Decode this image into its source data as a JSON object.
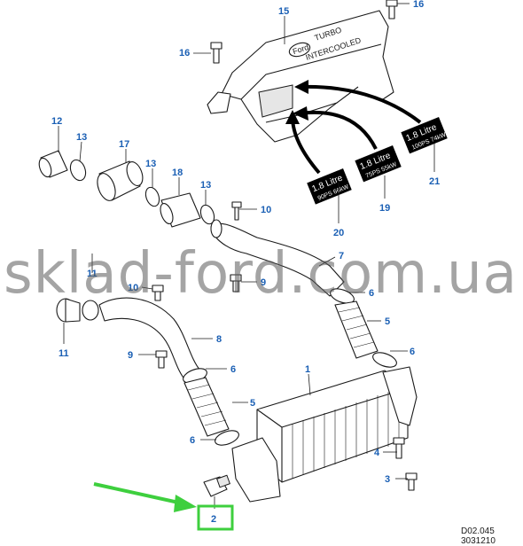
{
  "callouts": [
    {
      "id": "c15",
      "label": "15"
    },
    {
      "id": "c16a",
      "label": "16"
    },
    {
      "id": "c16b",
      "label": "16"
    },
    {
      "id": "c12",
      "label": "12"
    },
    {
      "id": "c13a",
      "label": "13"
    },
    {
      "id": "c17",
      "label": "17"
    },
    {
      "id": "c13b",
      "label": "13"
    },
    {
      "id": "c18",
      "label": "18"
    },
    {
      "id": "c13c",
      "label": "13"
    },
    {
      "id": "c10a",
      "label": "10"
    },
    {
      "id": "c20",
      "label": "20"
    },
    {
      "id": "c19",
      "label": "19"
    },
    {
      "id": "c21",
      "label": "21"
    },
    {
      "id": "c7",
      "label": "7"
    },
    {
      "id": "c9a",
      "label": "9"
    },
    {
      "id": "c6a",
      "label": "6"
    },
    {
      "id": "c11a",
      "label": "11"
    },
    {
      "id": "c10b",
      "label": "10"
    },
    {
      "id": "c5a",
      "label": "5"
    },
    {
      "id": "c8",
      "label": "8"
    },
    {
      "id": "c11b",
      "label": "11"
    },
    {
      "id": "c9b",
      "label": "9"
    },
    {
      "id": "c6b",
      "label": "6"
    },
    {
      "id": "c6c",
      "label": "6"
    },
    {
      "id": "c1",
      "label": "1"
    },
    {
      "id": "c5b",
      "label": "5"
    },
    {
      "id": "c6d",
      "label": "6"
    },
    {
      "id": "c4",
      "label": "4"
    },
    {
      "id": "c3",
      "label": "3"
    },
    {
      "id": "c2",
      "label": "2"
    }
  ],
  "badges": {
    "b20": {
      "title": "1.8 Litre",
      "sub": "90PS 66kW"
    },
    "b19": {
      "title": "1.8 Litre",
      "sub": "75PS 55kW"
    },
    "b21": {
      "title": "1.8 Litre",
      "sub": "100PS 74kW"
    }
  },
  "cover": {
    "brand": "Ford",
    "line1": "TURBO",
    "line2": "INTERCOOLED"
  },
  "watermark": "sklad-ford.com.ua",
  "reference": {
    "line1": "D02.045",
    "line2": "3031210"
  },
  "highlight": {
    "color": "#3ecf3e",
    "label": "2"
  }
}
